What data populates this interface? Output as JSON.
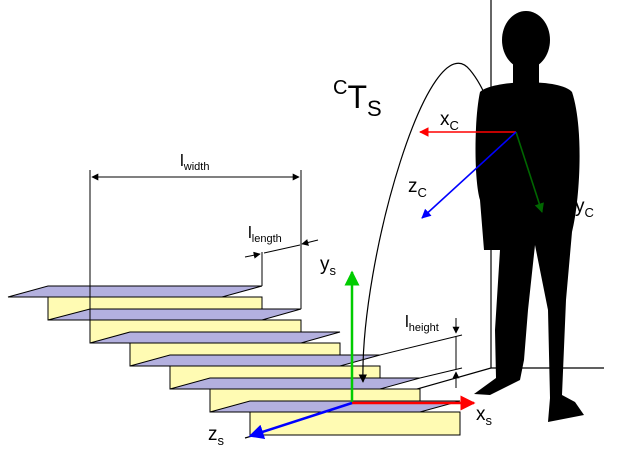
{
  "transform": {
    "sup": "C",
    "main": "T",
    "sub": "S"
  },
  "dimensions": {
    "width": {
      "base": "l",
      "sub": "width"
    },
    "length": {
      "base": "l",
      "sub": "length"
    },
    "height": {
      "base": "l",
      "sub": "height"
    }
  },
  "stairs_frame": {
    "x": {
      "base": "x",
      "sub": "s"
    },
    "y": {
      "base": "y",
      "sub": "s"
    },
    "z": {
      "base": "z",
      "sub": "s"
    }
  },
  "camera_frame": {
    "x": {
      "base": "x",
      "sub": "C"
    },
    "y": {
      "base": "y",
      "sub": "C"
    },
    "z": {
      "base": "z",
      "sub": "C"
    }
  },
  "colors": {
    "step_riser": "#fffbb3",
    "step_tread": "#b3b0df",
    "axis_x": "#ff0000",
    "axis_y": "#00cc00",
    "axis_z": "#0000ff",
    "camera_axis_y": "#006600",
    "silhouette": "#000000"
  }
}
